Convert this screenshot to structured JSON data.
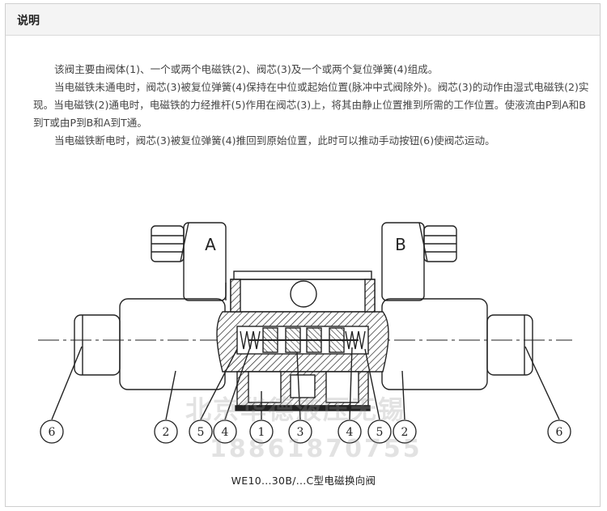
{
  "header": {
    "title": "说明"
  },
  "description": {
    "paragraphs": [
      "该阀主要由阀体(1)、一个或两个电磁铁(2)、阀芯(3)及一个或两个复位弹簧(4)组成。",
      "当电磁铁未通电时，阀芯(3)被复位弹簧(4)保持在中位或起始位置(脉冲中式阀除外)。阀芯(3)的动作由湿式电磁铁(2)实现。当电磁铁(2)通电时，电磁铁的力经推杆(5)作用在阀芯(3)上，将其由静止位置推到所需的工作位置。使液流由P到A和B到T或由P到B和A到T通。",
      "当电磁铁断电时，阀芯(3)被复位弹簧(4)推回到原始位置，此时可以推动手动按钮(6)使阀芯运动。"
    ]
  },
  "diagram": {
    "solenoid_labels": {
      "left": "A",
      "right": "B"
    },
    "callouts": [
      "6",
      "2",
      "5",
      "4",
      "1",
      "3",
      "4",
      "5",
      "2",
      "6"
    ]
  },
  "watermark": {
    "line1": "北京华德液压无锡",
    "line2": "18861870755"
  },
  "caption": "WE10...30B/...C型电磁换向阀"
}
